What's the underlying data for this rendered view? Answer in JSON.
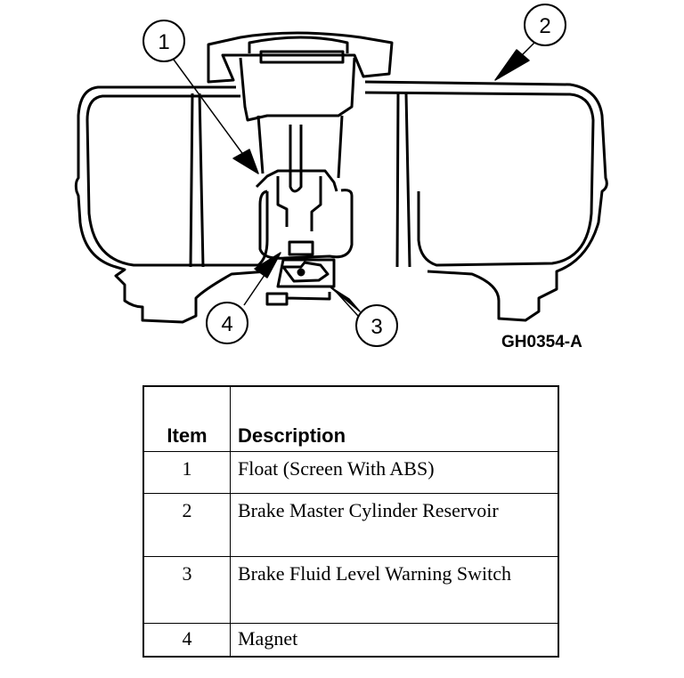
{
  "figure": {
    "id_label": "GH0354-A",
    "callouts": [
      "1",
      "2",
      "3",
      "4"
    ]
  },
  "table": {
    "headers": {
      "item": "Item",
      "description": "Description"
    },
    "rows": [
      {
        "item": "1",
        "description": "Float (Screen With ABS)"
      },
      {
        "item": "2",
        "description": "Brake Master Cylinder Reservoir"
      },
      {
        "item": "3",
        "description": "Brake Fluid Level Warning Switch"
      },
      {
        "item": "4",
        "description": "Magnet"
      }
    ]
  }
}
